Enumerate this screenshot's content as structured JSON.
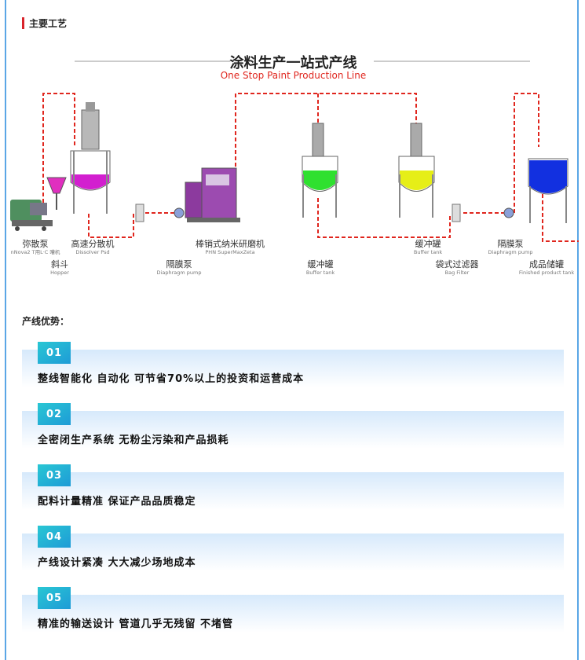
{
  "section_title": "主要工艺",
  "diagram": {
    "title_zh": "涂料生产一站式产线",
    "title_en": "One Stop Paint Production Line",
    "labels": [
      {
        "zh": "弥散泵",
        "en": "nNova2 T用L·C 嘈机"
      },
      {
        "zh": "高速分散机",
        "en": "Dissolver Psd"
      },
      {
        "zh": "斜斗",
        "en": "Hopper"
      },
      {
        "zh": "隔膜泵",
        "en": "Diaphragm pump"
      },
      {
        "zh": "棒销式纳米研磨机",
        "en": "PHN SuperMaxZeta"
      },
      {
        "zh": "缓冲罐",
        "en": "Buffer tank"
      },
      {
        "zh": "缓冲罐",
        "en": "Buffer tank"
      },
      {
        "zh": "袋式过滤器",
        "en": "Bag Filter"
      },
      {
        "zh": "隔膜泵",
        "en": "Diaphragm pump"
      },
      {
        "zh": "成品储罐",
        "en": "Finished product tank"
      }
    ]
  },
  "advantages_title": "产线优势：",
  "advantages": [
    {
      "num": "01",
      "text": "整线智能化 自动化 可节省70%以上的投资和运营成本"
    },
    {
      "num": "02",
      "text": "全密闭生产系统 无粉尘污染和产品损耗"
    },
    {
      "num": "03",
      "text": "配料计量精准 保证产品品质稳定"
    },
    {
      "num": "04",
      "text": "产线设计紧凑 大大减少场地成本"
    },
    {
      "num": "05",
      "text": "精准的输送设计 管道几乎无残留 不堵管"
    }
  ],
  "colors": {
    "accent_red": "#d9242b",
    "pipe_red": "#e0261e",
    "badge": "#1e9bd6",
    "frame": "#5aa6e6"
  }
}
